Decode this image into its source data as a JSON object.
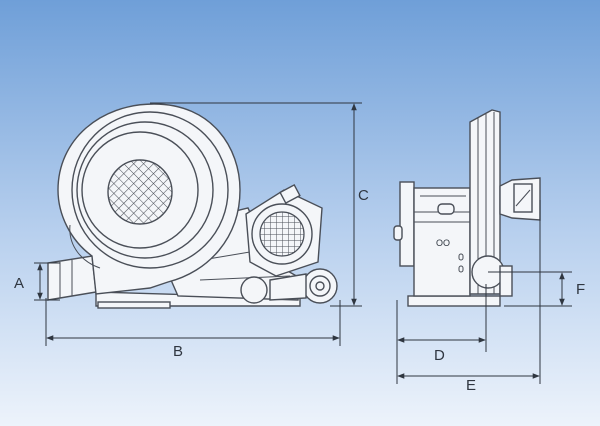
{
  "colors": {
    "background_top": "#6f9fd8",
    "background_bottom": "#e9f1fb",
    "line": "#4a4f58",
    "fill": "#f4f6f9"
  },
  "dimensions": {
    "A": "A",
    "B": "B",
    "C": "C",
    "D": "D",
    "E": "E",
    "F": "F"
  },
  "side_view": {
    "vent_label": "OO"
  }
}
